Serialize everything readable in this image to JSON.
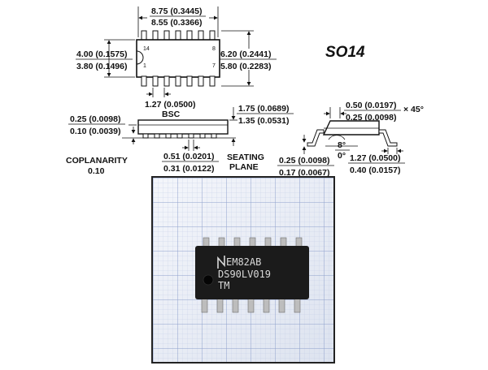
{
  "title": "SO14",
  "top_view": {
    "len_max": "8.75 (0.3445)",
    "len_min": "8.55 (0.3366)",
    "w_max": "4.00 (0.1575)",
    "w_min": "3.80 (0.1496)",
    "span_max": "6.20 (0.2441)",
    "span_min": "5.80 (0.2283)",
    "pitch": "1.27 (0.0500)",
    "pitch_note": "BSC",
    "pin14": "14",
    "pin8": "8",
    "pin1": "1",
    "pin7": "7"
  },
  "side_view": {
    "standoff_max": "0.25 (0.0098)",
    "standoff_min": "0.10 (0.0039)",
    "height_max": "1.75 (0.0689)",
    "height_min": "1.35 (0.0531)",
    "lead_w_max": "0.51 (0.0201)",
    "lead_w_min": "0.31 (0.0122)",
    "coplanarity": "COPLANARITY",
    "coplanarity_val": "0.10",
    "seating1": "SEATING",
    "seating2": "PLANE"
  },
  "lead_detail": {
    "chamfer_max": "0.50 (0.0197)",
    "chamfer_min": "0.25 (0.0098)",
    "chamfer_mult": "× 45°",
    "angle_max": "8°",
    "angle_min": "0°",
    "thick_max": "0.25 (0.0098)",
    "thick_min": "0.17 (0.0067)",
    "foot_max": "1.27 (0.0500)",
    "foot_min": "0.40 (0.0157)"
  },
  "photo": {
    "marking_line1": "EM82AB",
    "marking_line2": "DS90LV019",
    "marking_line3": "TM"
  },
  "colors": {
    "ink": "#111111",
    "grid_bg": "#eef1f7",
    "grid_line": "#9fb0d4",
    "chip_body": "#1b1b1b",
    "lead": "#b9b9b9"
  }
}
